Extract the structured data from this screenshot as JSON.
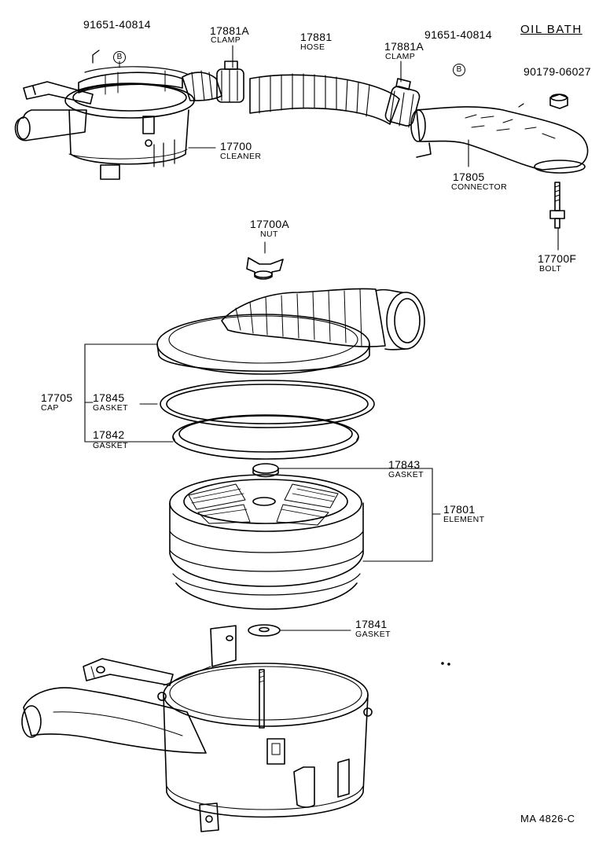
{
  "header": {
    "title": "OIL BATH"
  },
  "footer": {
    "code": "MA 4826-C"
  },
  "ref_mark": "B",
  "parts": [
    {
      "id": "p-91651-left",
      "number": "91651-40814",
      "name": ""
    },
    {
      "id": "p-17881a-left",
      "number": "17881A",
      "name": "CLAMP"
    },
    {
      "id": "p-17881",
      "number": "17881",
      "name": "HOSE"
    },
    {
      "id": "p-17881a-right",
      "number": "17881A",
      "name": "CLAMP"
    },
    {
      "id": "p-91651-right",
      "number": "91651-40814",
      "name": ""
    },
    {
      "id": "p-90179",
      "number": "90179-06027",
      "name": ""
    },
    {
      "id": "p-17700",
      "number": "17700",
      "name": "CLEANER"
    },
    {
      "id": "p-17805",
      "number": "17805",
      "name": "CONNECTOR"
    },
    {
      "id": "p-17700a",
      "number": "17700A",
      "name": "NUT"
    },
    {
      "id": "p-17700f",
      "number": "17700F",
      "name": "BOLT"
    },
    {
      "id": "p-17705",
      "number": "17705",
      "name": "CAP"
    },
    {
      "id": "p-17845",
      "number": "17845",
      "name": "GASKET"
    },
    {
      "id": "p-17842",
      "number": "17842",
      "name": "GASKET"
    },
    {
      "id": "p-17843",
      "number": "17843",
      "name": "GASKET"
    },
    {
      "id": "p-17801",
      "number": "17801",
      "name": "ELEMENT"
    },
    {
      "id": "p-17841",
      "number": "17841",
      "name": "GASKET"
    }
  ]
}
